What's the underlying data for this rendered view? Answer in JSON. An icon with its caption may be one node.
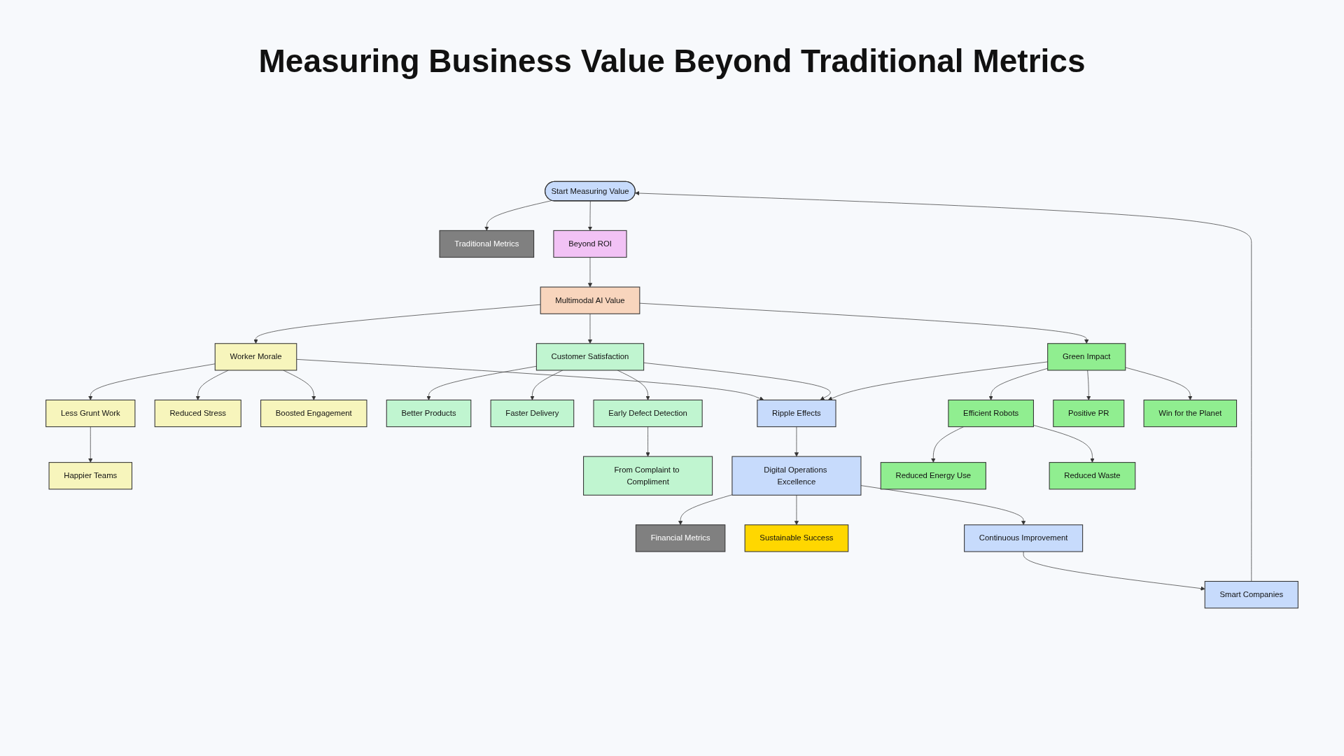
{
  "diagram": {
    "title": "Measuring Business Value Beyond Traditional Metrics",
    "nodes": [
      {
        "text": [
          "Start Measuring Value"
        ]
      },
      {
        "text": [
          "Traditional Metrics"
        ]
      },
      {
        "text": [
          "Beyond ROI"
        ]
      },
      {
        "text": [
          "Multimodal AI Value"
        ]
      },
      {
        "text": [
          "Worker Morale"
        ]
      },
      {
        "text": [
          "Customer Satisfaction"
        ]
      },
      {
        "text": [
          "Green Impact"
        ]
      },
      {
        "text": [
          "Less Grunt Work"
        ]
      },
      {
        "text": [
          "Reduced Stress"
        ]
      },
      {
        "text": [
          "Boosted Engagement"
        ]
      },
      {
        "text": [
          "Better Products"
        ]
      },
      {
        "text": [
          "Faster Delivery"
        ]
      },
      {
        "text": [
          "Early Defect Detection"
        ]
      },
      {
        "text": [
          "Ripple Effects"
        ]
      },
      {
        "text": [
          "Efficient Robots"
        ]
      },
      {
        "text": [
          "Positive PR"
        ]
      },
      {
        "text": [
          "Win for the Planet"
        ]
      },
      {
        "text": [
          "Happier Teams"
        ]
      },
      {
        "text": [
          "From Complaint to Compliment"
        ]
      },
      {
        "text": [
          "Digital Operations Excellence"
        ]
      },
      {
        "text": [
          "Reduced Energy Use"
        ]
      },
      {
        "text": [
          "Reduced Waste"
        ]
      },
      {
        "text": [
          "Financial Metrics"
        ]
      },
      {
        "text": [
          "Sustainable Success"
        ]
      },
      {
        "text": [
          "Continuous Improvement"
        ]
      },
      {
        "text": [
          "Smart Companies"
        ]
      }
    ],
    "edges": [
      {
        "from": 0,
        "to": 1,
        "arrow": "to"
      },
      {
        "from": 0,
        "to": 2,
        "arrow": "to"
      },
      {
        "from": 2,
        "to": 3,
        "arrow": "to"
      },
      {
        "from": 3,
        "to": 4,
        "arrow": "to"
      },
      {
        "from": 3,
        "to": 5,
        "arrow": "to"
      },
      {
        "from": 3,
        "to": 6,
        "arrow": "to"
      },
      {
        "from": 4,
        "to": 7,
        "arrow": "to"
      },
      {
        "from": 4,
        "to": 8,
        "arrow": "to"
      },
      {
        "from": 4,
        "to": 9,
        "arrow": "to"
      },
      {
        "from": 4,
        "to": 13,
        "arrow": "to"
      },
      {
        "from": 5,
        "to": 10,
        "arrow": "to"
      },
      {
        "from": 5,
        "to": 11,
        "arrow": "to"
      },
      {
        "from": 5,
        "to": 12,
        "arrow": "to"
      },
      {
        "from": 5,
        "to": 13,
        "arrow": "to"
      },
      {
        "from": 6,
        "to": 13,
        "arrow": "to"
      },
      {
        "from": 6,
        "to": 14,
        "arrow": "to"
      },
      {
        "from": 6,
        "to": 15,
        "arrow": "to"
      },
      {
        "from": 6,
        "to": 16,
        "arrow": "to"
      },
      {
        "from": 7,
        "to": 17,
        "arrow": "to"
      },
      {
        "from": 12,
        "to": 18,
        "arrow": "to"
      },
      {
        "from": 13,
        "to": 19,
        "arrow": "to"
      },
      {
        "from": 14,
        "to": 20,
        "arrow": "to"
      },
      {
        "from": 14,
        "to": 21,
        "arrow": "to"
      },
      {
        "from": 19,
        "to": 22,
        "arrow": "to"
      },
      {
        "from": 19,
        "to": 23,
        "arrow": "to"
      },
      {
        "from": 19,
        "to": 24,
        "arrow": "to"
      },
      {
        "from": 24,
        "to": 25,
        "arrow": "to"
      },
      {
        "from": 25,
        "to": 0,
        "arrow": "to"
      }
    ]
  }
}
